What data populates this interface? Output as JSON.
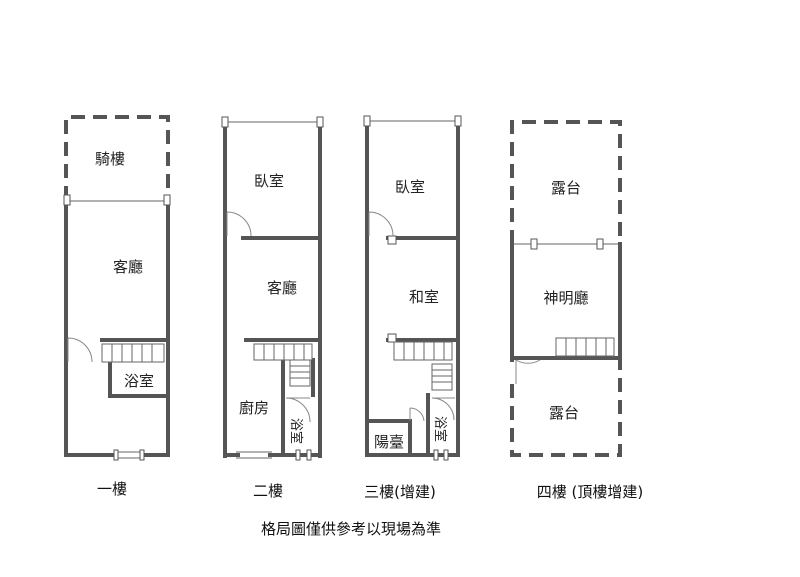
{
  "floors": [
    {
      "label": "一樓",
      "rooms": {
        "arcade": "騎樓",
        "living": "客廳",
        "bath": "浴室"
      }
    },
    {
      "label": "二樓",
      "rooms": {
        "bedroom": "臥室",
        "living": "客廳",
        "kitchen": "廚房",
        "bath": "浴室"
      }
    },
    {
      "label": "三樓(增建)",
      "rooms": {
        "bedroom": "臥室",
        "japanese": "和室",
        "balcony": "陽臺",
        "bath": "浴室"
      }
    },
    {
      "label": "四樓 (頂樓增建)",
      "rooms": {
        "terrace_top": "露台",
        "shrine": "神明廳",
        "terrace_bottom": "露台"
      }
    }
  ],
  "footnote": "格局圖僅供參考以現場為準"
}
